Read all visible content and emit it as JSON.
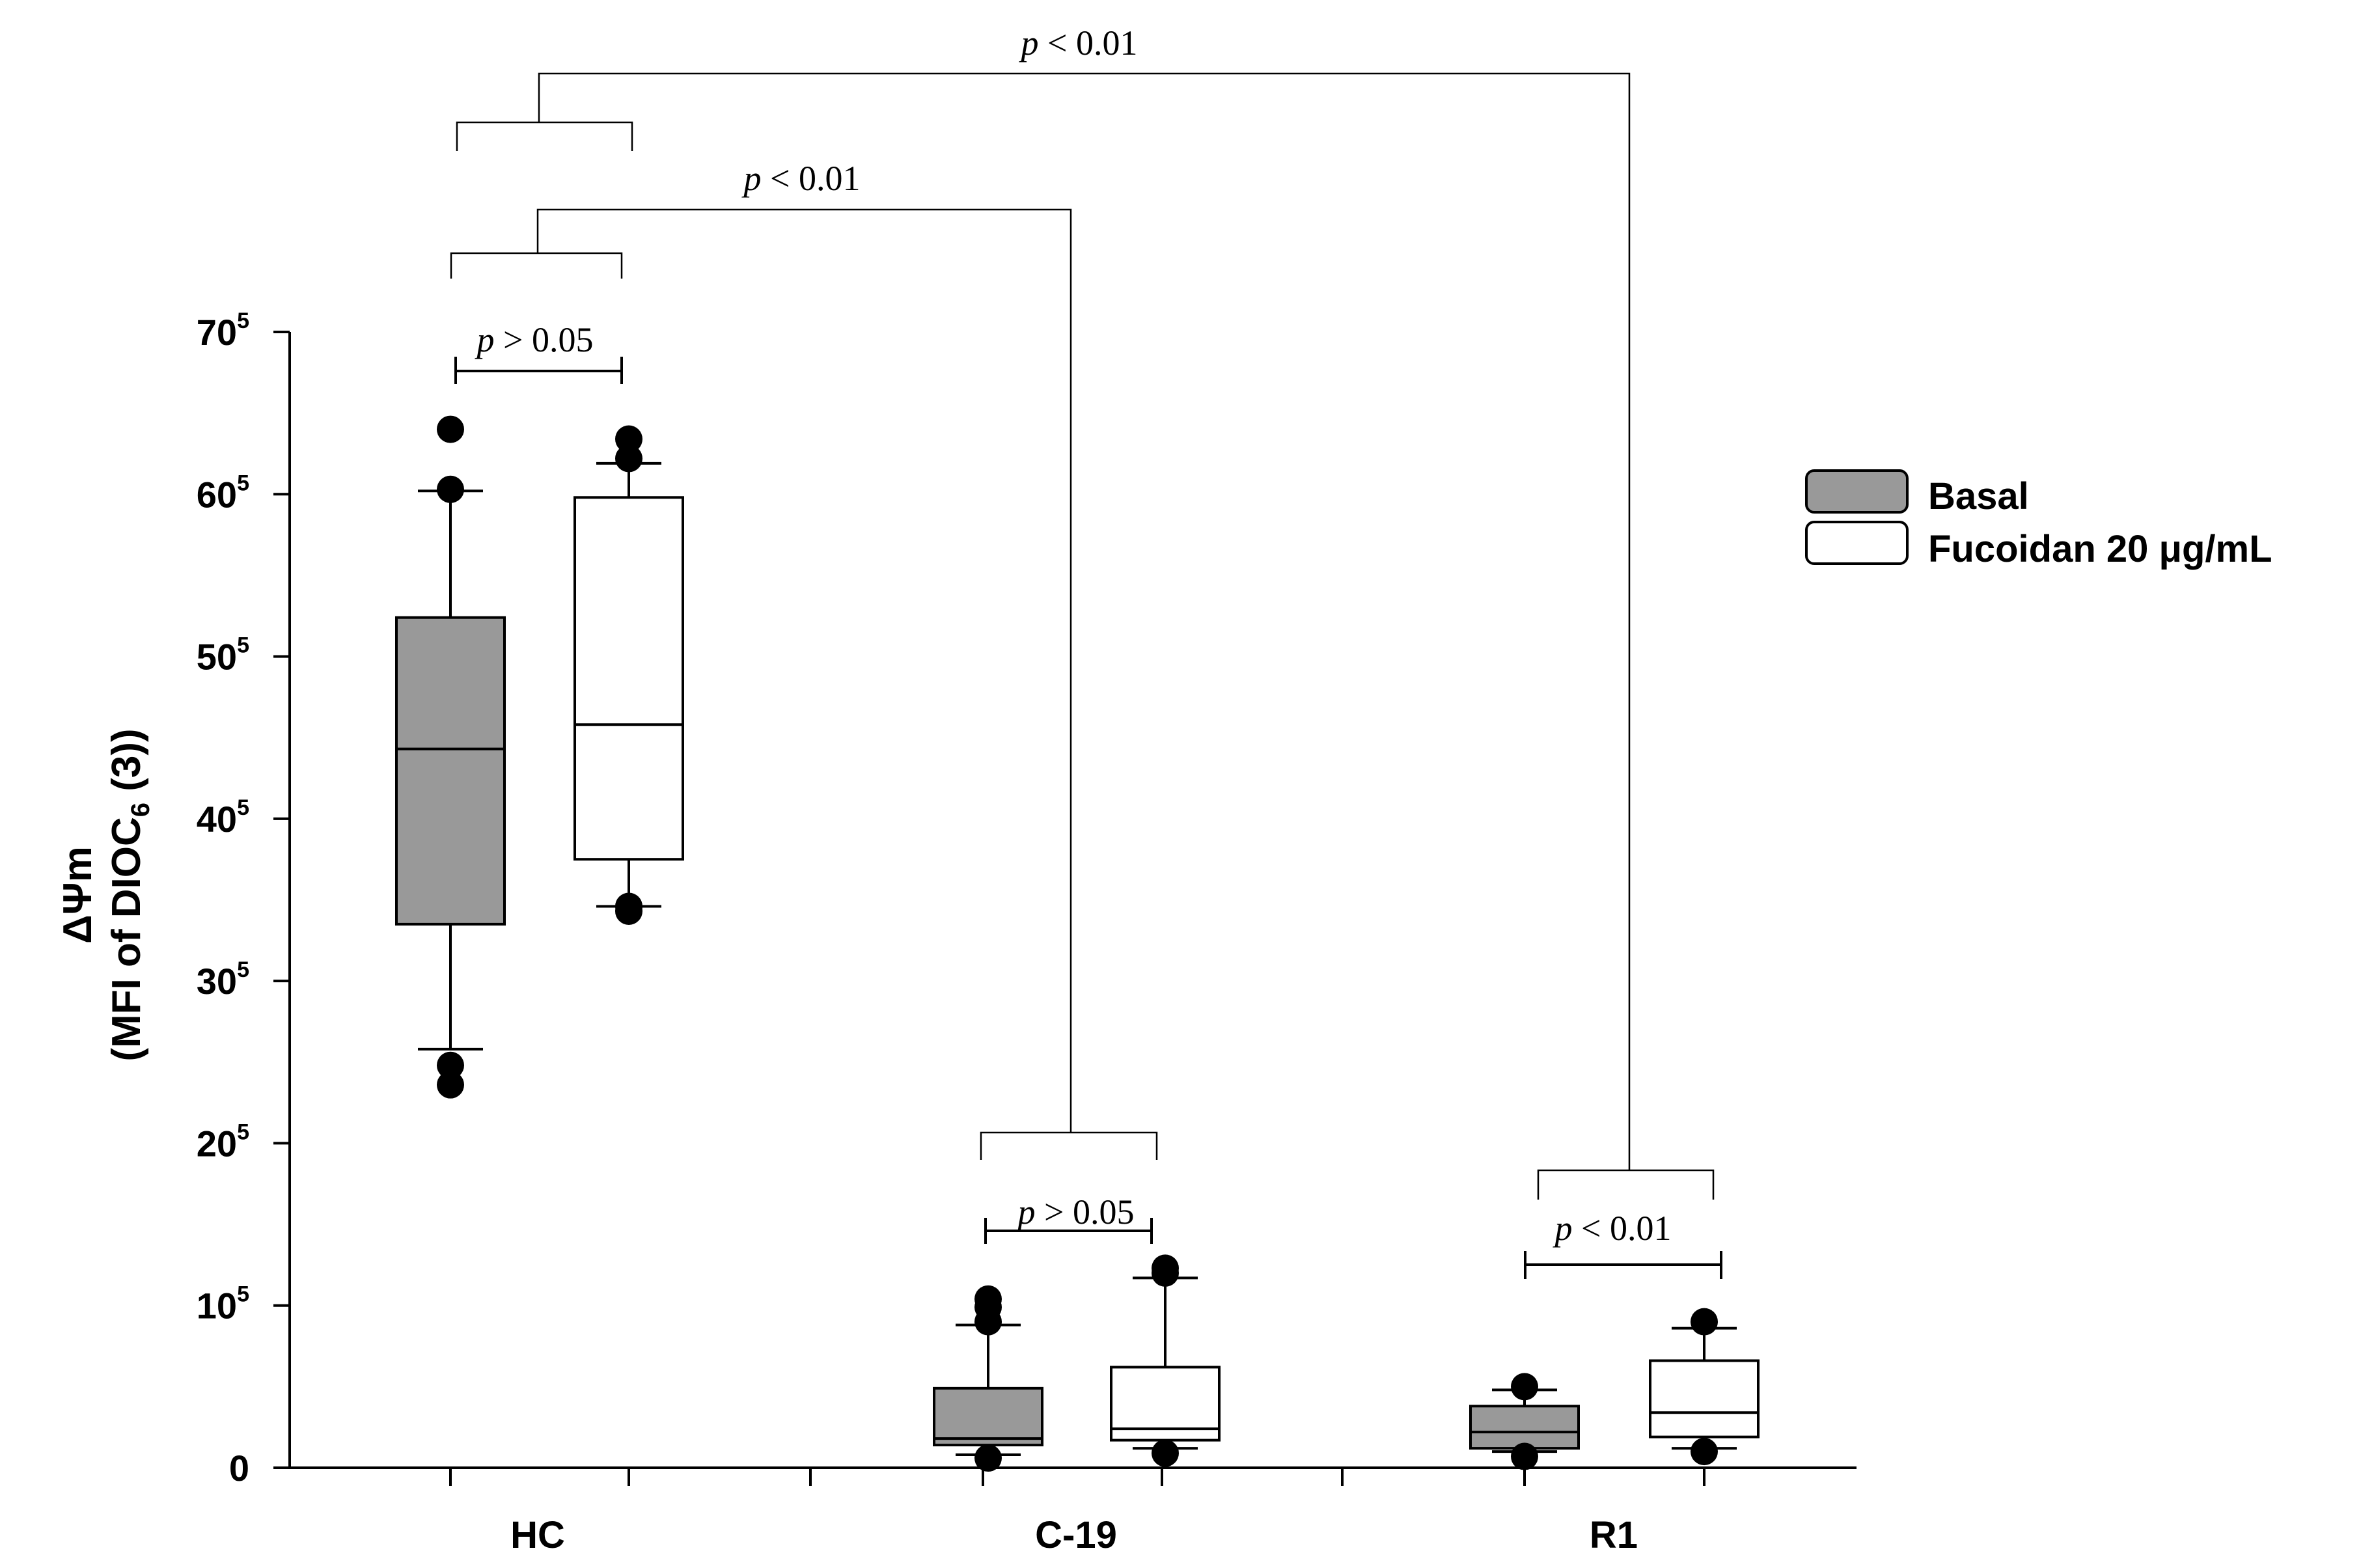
{
  "chart_data": {
    "type": "box",
    "ylabel_line1": "ΔΨm",
    "ylabel_line2_prefix": "(MFI of DIOC",
    "ylabel_line2_sub": "6",
    "ylabel_line2_suffix": " (3))",
    "yaxis": {
      "ylim": [
        0,
        700000
      ],
      "ticks": [
        {
          "value": 0,
          "base": "0",
          "sup": ""
        },
        {
          "value": 100000,
          "base": "10",
          "sup": "5"
        },
        {
          "value": 200000,
          "base": "20",
          "sup": "5"
        },
        {
          "value": 300000,
          "base": "30",
          "sup": "5"
        },
        {
          "value": 400000,
          "base": "40",
          "sup": "5"
        },
        {
          "value": 500000,
          "base": "50",
          "sup": "5"
        },
        {
          "value": 600000,
          "base": "60",
          "sup": "5"
        },
        {
          "value": 700000,
          "base": "70",
          "sup": "5"
        }
      ]
    },
    "groups": [
      "HC",
      "C-19",
      "R1"
    ],
    "legend": {
      "position": "right",
      "entries": [
        {
          "name": "Basal",
          "color": "#999999"
        },
        {
          "name": "Fucoidan 20 μg/mL",
          "color": "#ffffff"
        }
      ]
    },
    "series": [
      {
        "name": "Basal",
        "color": "#999999",
        "boxes": [
          {
            "group": "HC",
            "whisker_low": 258000,
            "q1": 335000,
            "median": 443000,
            "q3": 524000,
            "whisker_high": 602000,
            "outliers": [
              640000,
              603000,
              248000,
              236000
            ]
          },
          {
            "group": "C-19",
            "whisker_low": 8000,
            "q1": 14000,
            "median": 18000,
            "q3": 49000,
            "whisker_high": 88000,
            "outliers": [
              104000,
              99000,
              90000,
              6000
            ]
          },
          {
            "group": "R1",
            "whisker_low": 10000,
            "q1": 12000,
            "median": 22000,
            "q3": 38000,
            "whisker_high": 48000,
            "outliers": [
              50000,
              7000
            ]
          }
        ]
      },
      {
        "name": "Fucoidan 20 μg/mL",
        "color": "#ffffff",
        "boxes": [
          {
            "group": "HC",
            "whisker_low": 346000,
            "q1": 375000,
            "median": 458000,
            "q3": 598000,
            "whisker_high": 619000,
            "outliers": [
              634000,
              622000,
              346000,
              343000
            ]
          },
          {
            "group": "C-19",
            "whisker_low": 12000,
            "q1": 17000,
            "median": 24000,
            "q3": 62000,
            "whisker_high": 117000,
            "outliers": [
              123000,
              120000,
              9000
            ]
          },
          {
            "group": "R1",
            "whisker_low": 12000,
            "q1": 19000,
            "median": 34000,
            "q3": 66000,
            "whisker_high": 86000,
            "outliers": [
              90000,
              10000
            ]
          }
        ]
      }
    ],
    "significance": [
      {
        "label_prefix": "p",
        "label_rest": " > 0.05"
      },
      {
        "label_prefix": "p",
        "label_rest": " > 0.05"
      },
      {
        "label_prefix": "p",
        "label_rest": " < 0.01"
      },
      {
        "label_prefix": "p",
        "label_rest": " < 0.01"
      },
      {
        "label_prefix": "p",
        "label_rest": " < 0.01"
      }
    ]
  }
}
